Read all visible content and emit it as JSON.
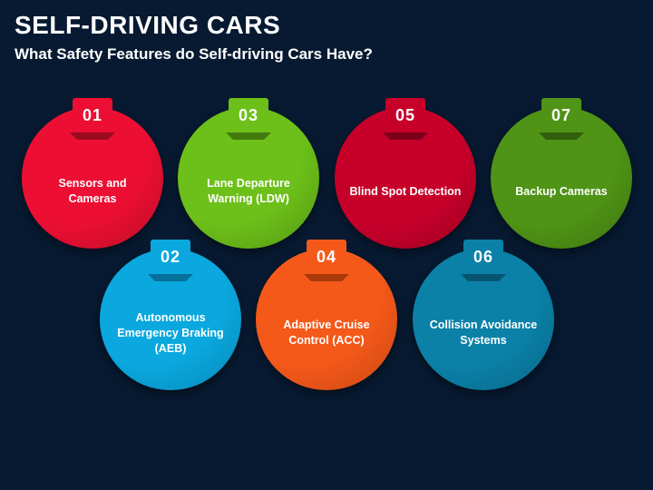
{
  "title": "SELF-DRIVING CARS",
  "subtitle": "What Safety Features do Self-driving Cars Have?",
  "features": [
    {
      "number": "01",
      "label": "Sensors and Cameras",
      "color": "#ec0f33",
      "dark": "#9a0a20"
    },
    {
      "number": "02",
      "label": "Autonomous Emergency Braking (AEB)",
      "color": "#0aa8de",
      "dark": "#06709a"
    },
    {
      "number": "03",
      "label": "Lane Departure Warning (LDW)",
      "color": "#6cc019",
      "dark": "#437a0e"
    },
    {
      "number": "04",
      "label": "Adaptive Cruise Control (ACC)",
      "color": "#f4591a",
      "dark": "#a93a0c"
    },
    {
      "number": "05",
      "label": "Blind Spot Detection",
      "color": "#c7002a",
      "dark": "#7d001a"
    },
    {
      "number": "06",
      "label": "Collision Avoidance Systems",
      "color": "#0b81a8",
      "dark": "#06546f"
    },
    {
      "number": "07",
      "label": "Backup Cameras",
      "color": "#4f9416",
      "dark": "#31600b"
    }
  ]
}
